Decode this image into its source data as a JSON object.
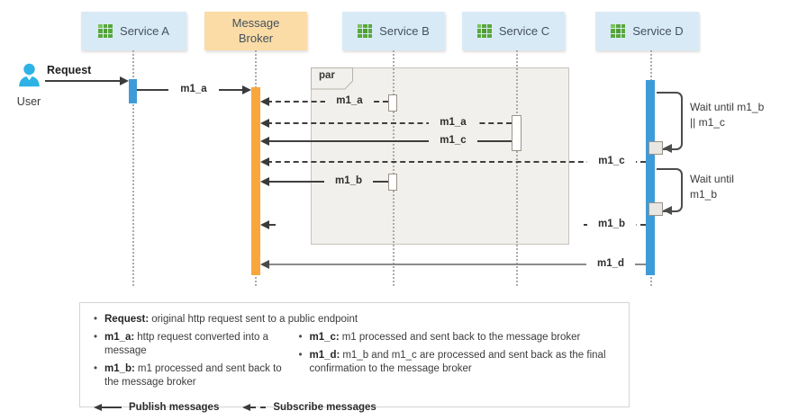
{
  "header": {
    "nodes": [
      {
        "label": "Service A",
        "type": "service",
        "icon": "green-grid-icon"
      },
      {
        "label": "Message Broker",
        "type": "broker"
      },
      {
        "label": "Service B",
        "type": "service",
        "icon": "green-grid-icon"
      },
      {
        "label": "Service C",
        "type": "service",
        "icon": "green-grid-icon"
      },
      {
        "label": "Service D",
        "type": "service",
        "icon": "green-grid-icon"
      }
    ]
  },
  "actor": {
    "label": "User",
    "icon": "user-person-icon"
  },
  "fragment": {
    "label": "par"
  },
  "messages": {
    "request": "Request",
    "m1a_publish": "m1_a",
    "m1a_subscribe_b": "m1_a",
    "m1a_subscribe_c": "m1_a",
    "m1c_publish": "m1_c",
    "m1c_subscribe_d": "m1_c",
    "m1b_publish": "m1_b",
    "m1b_subscribe_d": "m1_b",
    "m1d_publish": "m1_d"
  },
  "annotations": {
    "wait_1": {
      "line1": "Wait until m1_b",
      "line2": "|| m1_c"
    },
    "wait_2": {
      "line1": "Wait until",
      "line2": "m1_b"
    }
  },
  "legend": {
    "items": [
      {
        "key": "Request:",
        "text": "original http request sent to a public endpoint"
      },
      {
        "key": "m1_a:",
        "text": "http request converted into a message"
      },
      {
        "key": "m1_b:",
        "text": "m1 processed and sent back to the message broker"
      },
      {
        "key": "m1_c:",
        "text": "m1 processed and sent back to the message broker"
      },
      {
        "key": "m1_d:",
        "text": "m1_b and m1_c are processed and sent back as the final confirmation to the message broker"
      }
    ],
    "publish_label": "Publish messages",
    "subscribe_label": "Subscribe messages"
  },
  "colors": {
    "service_box": "#d9eaf7",
    "broker_box": "#fbdca6",
    "broker_bar": "#f9a73c",
    "activation_blue": "#3f9bd8",
    "icon_green": "#58a83a",
    "user_icon": "#2eb2e6",
    "par_fill": "#f2f0ec",
    "line_dark": "#3f3f3f",
    "line_gray": "#8a8a8a"
  }
}
